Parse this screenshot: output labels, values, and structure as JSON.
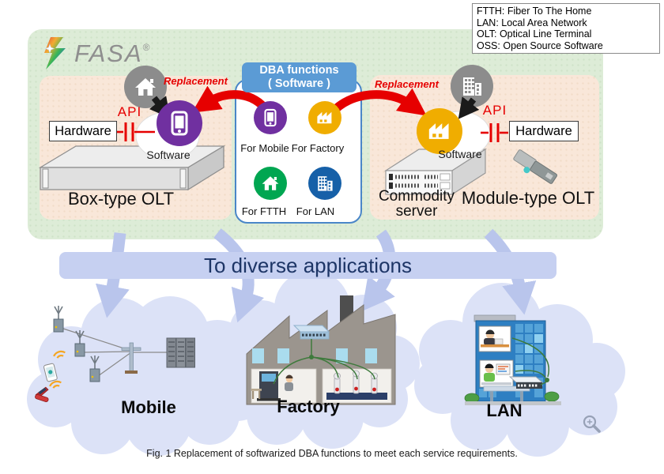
{
  "legend": {
    "lines": [
      "FTTH: Fiber To The Home",
      "LAN: Local Area Network",
      "OLT: Optical Line Terminal",
      "OSS: Open Source Software"
    ]
  },
  "logo": {
    "name": "FASA",
    "registered": "®",
    "icon": "lightning-bolt-icon"
  },
  "diagram": {
    "dba_box": {
      "title_line1": "DBA functions",
      "title_line2": "( Software )",
      "functions": [
        {
          "label": "For Mobile",
          "icon": "mobile-phone-icon",
          "color": "#7030a0"
        },
        {
          "label": "For Factory",
          "icon": "factory-icon",
          "color": "#f0ad00"
        },
        {
          "label": "For FTTH",
          "icon": "house-icon",
          "color": "#00a651"
        },
        {
          "label": "For LAN",
          "icon": "building-icon",
          "color": "#1660a8"
        }
      ]
    },
    "box_type_olt": {
      "title": "Box-type OLT",
      "hardware_label": "Hardware",
      "api_label": "API",
      "software_label": "Software",
      "replacement_label": "Replacement",
      "ghost_icon": "house-icon",
      "software_icon": "mobile-phone-icon"
    },
    "module_type_olt": {
      "title": "Module-type OLT",
      "server_label_line1": "Commodity",
      "server_label_line2": "server",
      "hardware_label": "Hardware",
      "api_label": "API",
      "software_label": "Software",
      "replacement_label": "Replacement",
      "ghost_icon": "building-icon",
      "software_icon": "factory-icon"
    },
    "banner": {
      "text": "To diverse applications"
    },
    "applications": [
      {
        "label": "Mobile"
      },
      {
        "label": "Factory"
      },
      {
        "label": "LAN"
      }
    ]
  },
  "caption": "Fig. 1 Replacement of softwarized DBA functions to meet each service requirements.",
  "colors": {
    "panel_green": "#ddecd7",
    "panel_pink": "#f9e7d9",
    "dba_header_blue": "#5b9bd5",
    "dba_border_blue": "#4a86c8",
    "accent_red": "#e60000",
    "banner_blue": "#c6d0f1",
    "banner_text": "#1d3566",
    "cloud_blue": "#dce2f7",
    "flow_arrow_blue": "#b9c5ec",
    "icon_purple": "#7030a0",
    "icon_gold": "#f0ad00",
    "icon_green": "#00a651",
    "icon_blue": "#1660a8",
    "ghost_gray": "#8c8c8c"
  }
}
